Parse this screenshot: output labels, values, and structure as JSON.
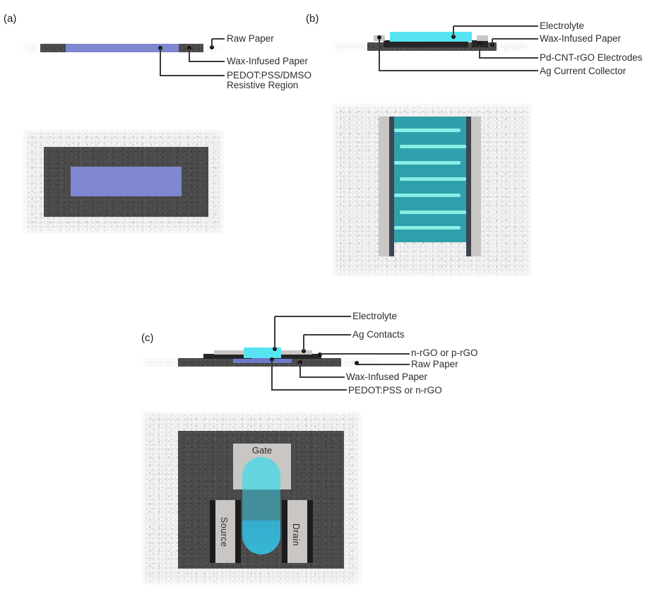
{
  "figure": {
    "panel_a": {
      "tag": "(a)",
      "label_raw_paper": "Raw Paper",
      "label_wax": "Wax-Infused Paper",
      "label_pedot_1": "PEDOT:PSS/DMSO",
      "label_pedot_2": "Resistive Region"
    },
    "panel_b": {
      "tag": "(b)",
      "label_electrolyte": "Electrolyte",
      "label_wax": "Wax-Infused Paper",
      "label_electrodes": "Pd-CNT-rGO Electrodes",
      "label_collector": "Ag Current Collector"
    },
    "panel_c": {
      "tag": "(c)",
      "label_electrolyte": "Electrolyte",
      "label_ag": "Ag Contacts",
      "label_nrgo": "n-rGO or p-rGO",
      "label_raw": "Raw Paper",
      "label_wax": "Wax-Infused Paper",
      "label_pedot": "PEDOT:PSS or n-rGO",
      "label_gate": "Gate",
      "label_source": "Source",
      "label_drain": "Drain"
    }
  },
  "colors": {
    "pedot_blue": "#7e87cf",
    "electrolyte_cyan": "#57e4f2",
    "electrode_teal": "#2fa0ab",
    "finger_cyan": "#8aeee6",
    "collector_navy": "#3d4654",
    "silver_contact": "#c9c6c3",
    "wax_dark": "#4a4a4a",
    "raw_paper_light": "#ededed",
    "ink": "#2e2e2e"
  }
}
